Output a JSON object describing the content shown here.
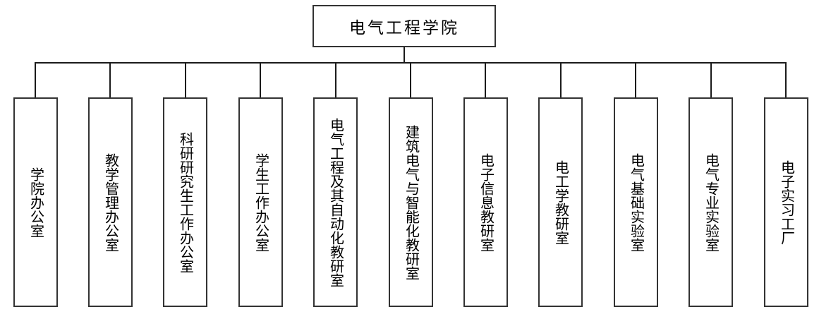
{
  "org_chart": {
    "root": {
      "label": "电气工程学院"
    },
    "departments": [
      {
        "label": "学院办公室"
      },
      {
        "label": "教学管理办公室"
      },
      {
        "label": "科研研究生工作办公室"
      },
      {
        "label": "学生工作办公室"
      },
      {
        "label": "电气工程及其自动化教研室"
      },
      {
        "label": "建筑电气与智能化教研室"
      },
      {
        "label": "电子信息教研室"
      },
      {
        "label": "电工学教研室"
      },
      {
        "label": "电气基础实验室"
      },
      {
        "label": "电气专业实验室"
      },
      {
        "label": "电子实习工厂"
      }
    ],
    "colors": {
      "border": "#333333",
      "line": "#1a1a1a",
      "background": "#ffffff",
      "text": "#000000"
    }
  }
}
